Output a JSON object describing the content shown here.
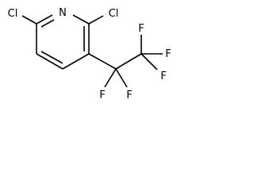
{
  "molecule": {
    "atoms": {
      "n1": "N",
      "cl_left": "Cl",
      "cl_right": "Cl",
      "f1": "F",
      "f2": "F",
      "f3": "F",
      "f4": "F",
      "f5": "F"
    },
    "colors": {
      "bond": "#000000",
      "label": "#000000",
      "background": "#ffffff"
    }
  }
}
